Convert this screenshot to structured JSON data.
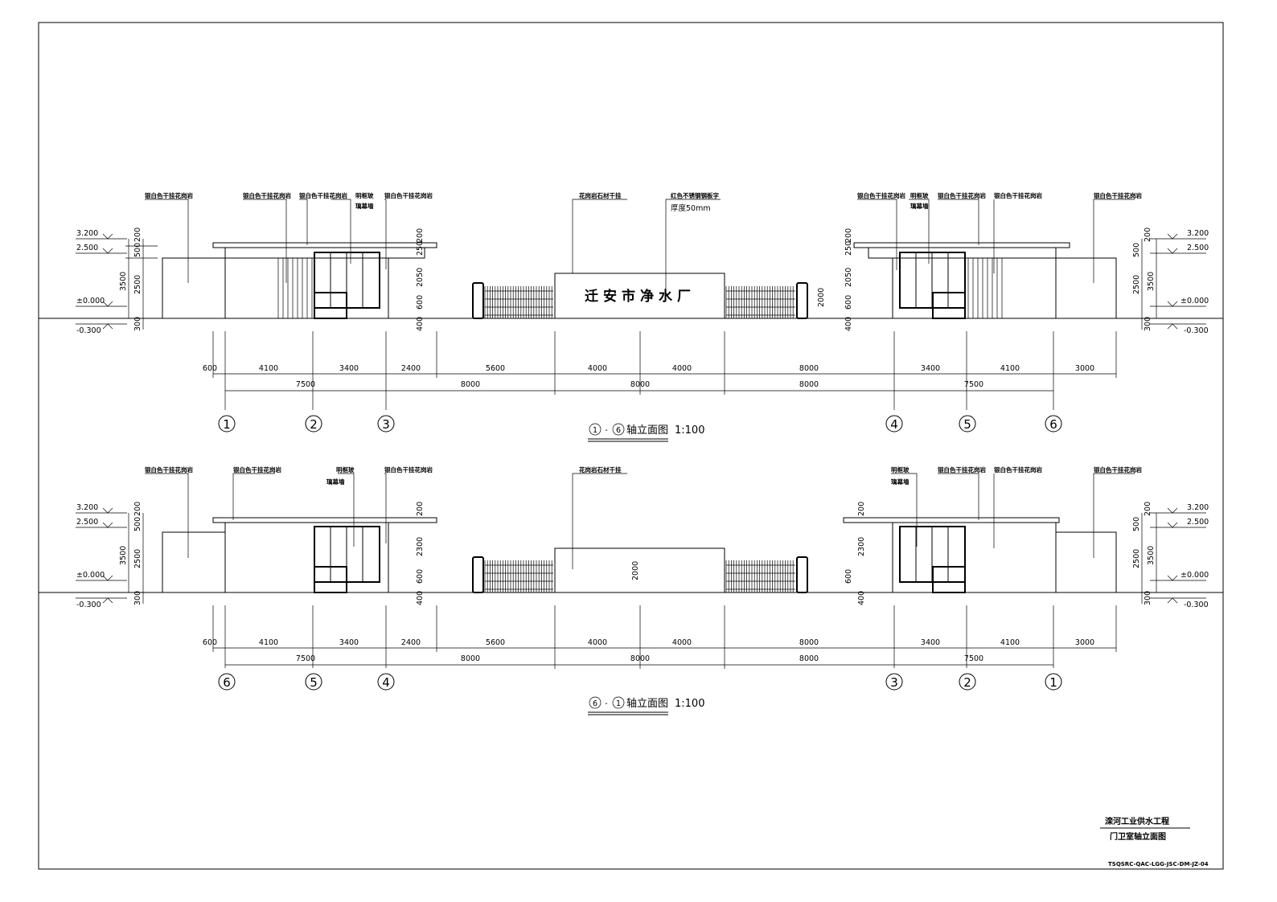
{
  "labels": {
    "silver_aluminum": "银白色干挂花岗岩",
    "glass_curtain_1": "明框玻",
    "glass_curtain_2": "璃幕墙",
    "granite_pillar": "花岗岩石材干挂",
    "red_letter": "红色不锈钢钢板字",
    "thickness": "厚度50mm"
  },
  "sign_text": "迁安市净水厂",
  "elevations": {
    "plus_3200": "3.200",
    "plus_2500": "2.500",
    "zero": "±0.000",
    "minus_300": "-0.300"
  },
  "vertical_dims": {
    "d200": "200",
    "d500": "500",
    "d2500": "2500",
    "d3500": "3500",
    "d300": "300",
    "d250": "250",
    "d2050": "2050",
    "d600": "600",
    "d400": "400",
    "d2000": "2000",
    "d2300": "2300"
  },
  "horizontal_dims": {
    "row1": [
      "600",
      "4100",
      "3400",
      "2400",
      "5600",
      "4000",
      "4000",
      "8000",
      "3400",
      "4100",
      "3000"
    ],
    "row2": [
      "7500",
      "8000",
      "8000",
      "8000",
      "7500"
    ]
  },
  "axes_top": [
    "1",
    "2",
    "3",
    "4",
    "5",
    "6"
  ],
  "axes_bottom": [
    "6",
    "5",
    "4",
    "3",
    "2",
    "1"
  ],
  "titles": {
    "top_a": "1",
    "top_b": "6",
    "top_suffix": "轴立面图",
    "bottom_a": "6",
    "bottom_b": "1",
    "bottom_suffix": "轴立面图",
    "scale": "1:100",
    "dash": "-"
  },
  "title_block": {
    "project": "滦河工业供水工程",
    "drawing": "门卫室轴立面图",
    "code": "TSQSRC-QAC-LGG-JSC-DM-JZ-04"
  }
}
